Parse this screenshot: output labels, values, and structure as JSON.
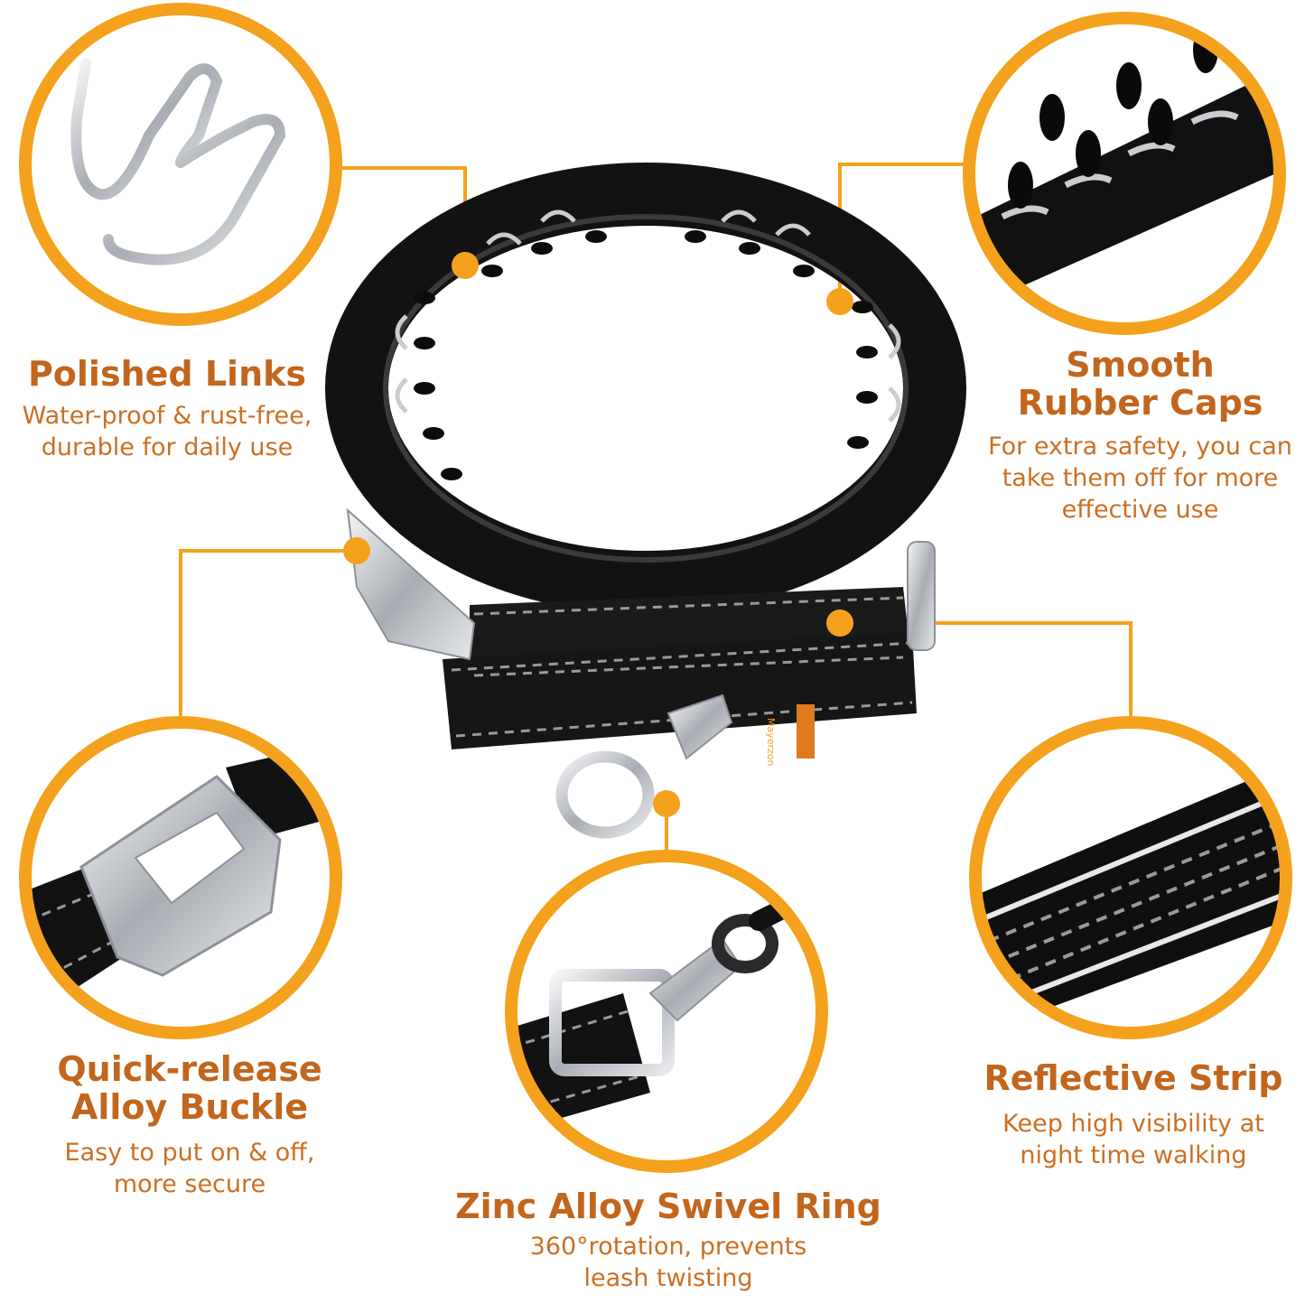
{
  "colors": {
    "accent": "#f4a21e",
    "title_text": "#c2661d",
    "desc_text": "#cc6f22",
    "collar": "#121212",
    "metal": "#c9ccd1"
  },
  "features": [
    {
      "id": "polished-links",
      "title": [
        "Polished Links"
      ],
      "desc": [
        "Water-proof & rust-free,",
        "durable for daily use"
      ],
      "icon": "prong-links-icon"
    },
    {
      "id": "rubber-caps",
      "title": [
        "Smooth",
        "Rubber Caps"
      ],
      "desc": [
        "For extra safety, you can",
        "take them off for more",
        "effective use"
      ],
      "icon": "rubber-caps-icon"
    },
    {
      "id": "alloy-buckle",
      "title": [
        "Quick-release",
        "Alloy Buckle"
      ],
      "desc": [
        "Easy to put on & off,",
        "more secure"
      ],
      "icon": "buckle-icon"
    },
    {
      "id": "swivel-ring",
      "title": [
        "Zinc Alloy Swivel Ring"
      ],
      "desc": [
        "360°rotation, prevents",
        "leash twisting"
      ],
      "icon": "swivel-ring-icon"
    },
    {
      "id": "reflective-strip",
      "title": [
        "Reflective Strip"
      ],
      "desc": [
        "Keep high visibility at",
        "night time walking"
      ],
      "icon": "reflective-strip-icon"
    }
  ],
  "brand_tag": "Mayerzon"
}
